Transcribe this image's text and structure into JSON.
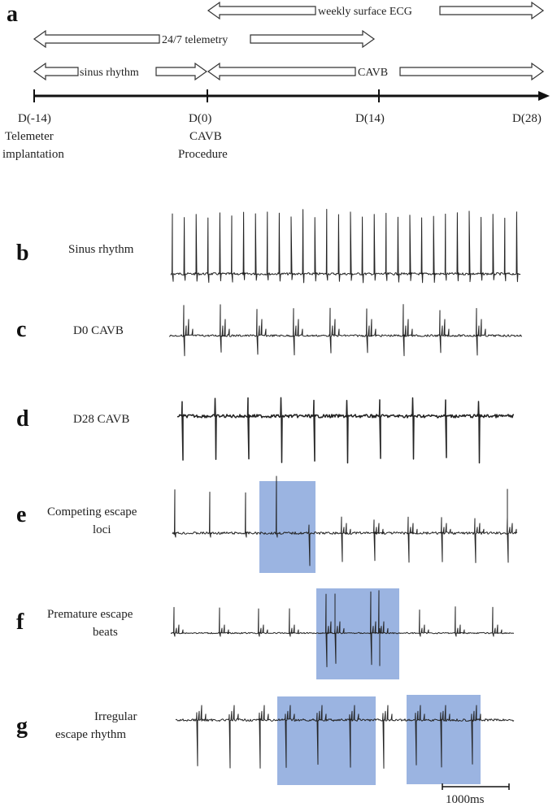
{
  "panel_a": {
    "letter": "a",
    "arrows": {
      "weekly": "weekly surface ECG",
      "telemetry": "24/7 telemetry",
      "sinus": "sinus rhythm",
      "cavb": "CAVB"
    },
    "ticks": [
      {
        "label": "D(-14)",
        "sub1": "Telemeter",
        "sub2": "implantation"
      },
      {
        "label": "D(0)",
        "sub1": "CAVB",
        "sub2": "Procedure"
      },
      {
        "label": "D(14)",
        "sub1": "",
        "sub2": ""
      },
      {
        "label": "D(28)",
        "sub1": "",
        "sub2": ""
      }
    ]
  },
  "traces": [
    {
      "letter": "b",
      "label1": "Sinus rhythm",
      "label2": ""
    },
    {
      "letter": "c",
      "label1": "D0 CAVB",
      "label2": ""
    },
    {
      "letter": "d",
      "label1": "D28 CAVB",
      "label2": ""
    },
    {
      "letter": "e",
      "label1": "Competing escape",
      "label2": "loci"
    },
    {
      "letter": "f",
      "label1": "Premature escape",
      "label2": "beats"
    },
    {
      "letter": "g",
      "label1": "Irregular",
      "label2": "escape rhythm"
    }
  ],
  "scale_bar": {
    "label": "1000ms"
  },
  "colors": {
    "highlight": "#7f9fd8",
    "ink": "#222222"
  }
}
